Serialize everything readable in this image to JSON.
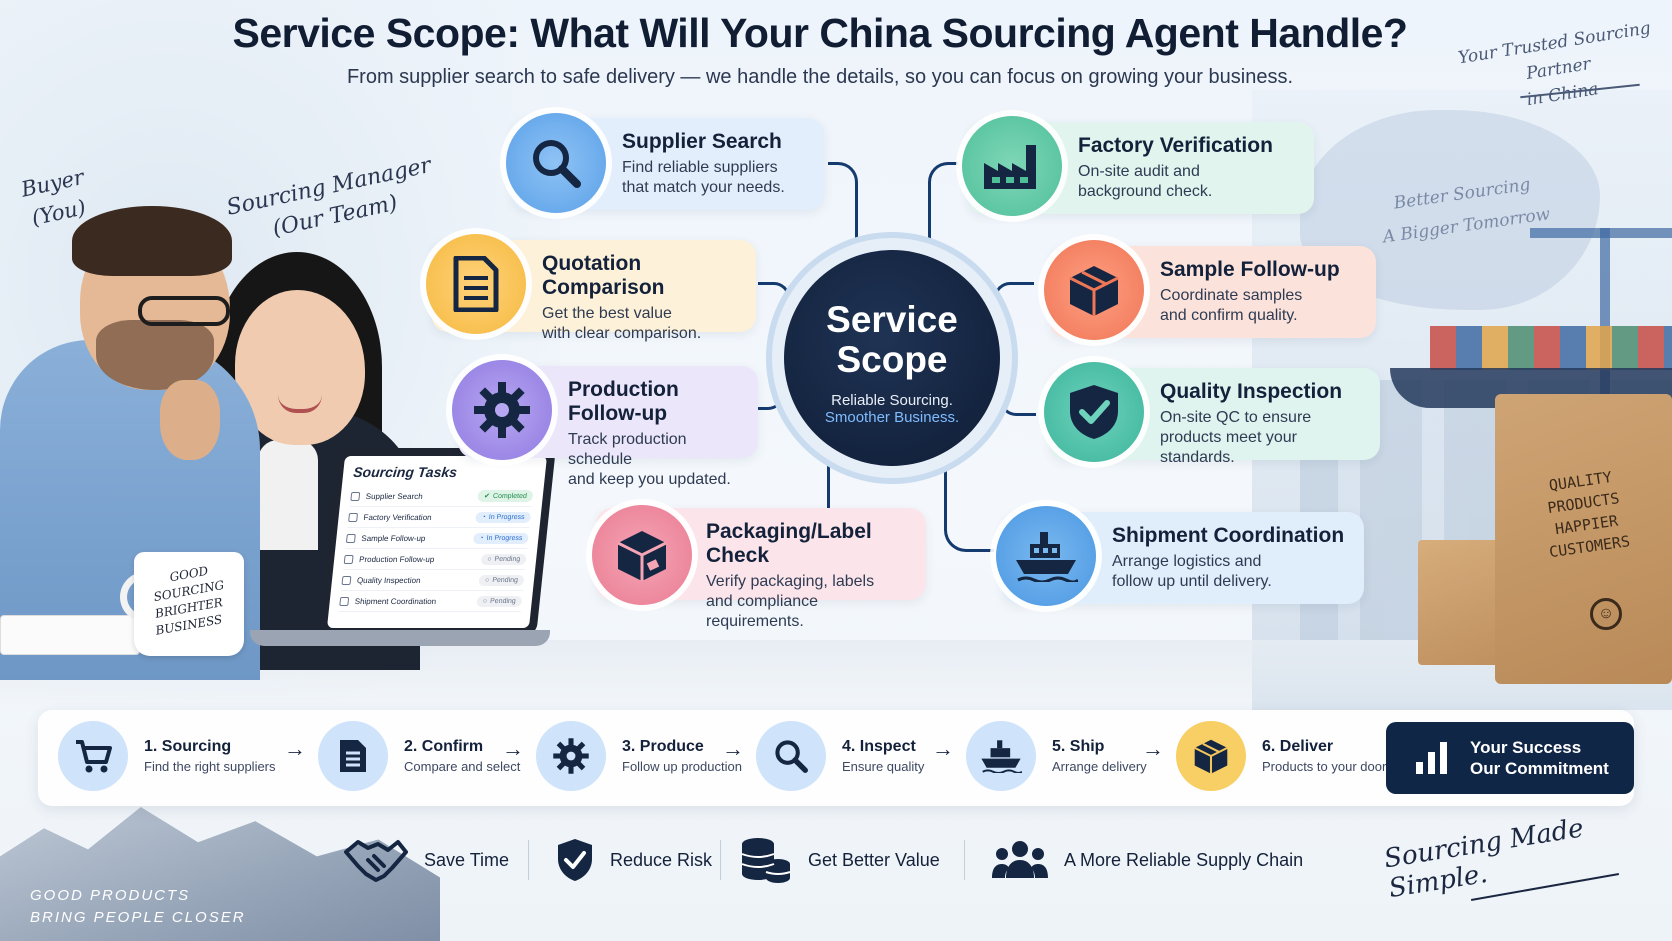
{
  "header": {
    "title": "Service Scope: What Will Your China Sourcing Agent Handle?",
    "subtitle": "From supplier search to safe delivery — we handle the details, so you can focus on growing your business."
  },
  "annotations": {
    "partner_line1": "Your Trusted Sourcing Partner",
    "partner_line2": "in China",
    "better_line1": "Better Sourcing",
    "better_line2": "A Bigger Tomorrow",
    "buyer_line1": "Buyer",
    "buyer_line2": "(You)",
    "manager_line1": "Sourcing Manager",
    "manager_line2": "(Our Team)",
    "slogan": "Sourcing Made Simple.",
    "footer_line1": "GOOD PRODUCTS",
    "footer_line2": "BRING PEOPLE CLOSER"
  },
  "mug": {
    "lines": [
      "GOOD",
      "SOURCING",
      "BRIGHTER",
      "BUSINESS"
    ]
  },
  "box": {
    "lines": [
      "QUALITY",
      "PRODUCTS",
      "HAPPIER",
      "CUSTOMERS"
    ]
  },
  "laptop": {
    "title": "Sourcing Tasks",
    "tasks": [
      {
        "name": "Supplier Search",
        "status": "Completed"
      },
      {
        "name": "Factory Verification",
        "status": "In Progress"
      },
      {
        "name": "Sample Follow-up",
        "status": "In Progress"
      },
      {
        "name": "Production Follow-up",
        "status": "Pending"
      },
      {
        "name": "Quality Inspection",
        "status": "Pending"
      },
      {
        "name": "Shipment Coordination",
        "status": "Pending"
      }
    ]
  },
  "hub": {
    "title_line1": "Service",
    "title_line2": "Scope",
    "sub1": "Reliable Sourcing.",
    "sub2": "Smoother Business."
  },
  "services": {
    "supplier_search": {
      "title": "Supplier Search",
      "desc1": "Find reliable suppliers",
      "desc2": "that match your needs.",
      "icon": "magnifier-icon"
    },
    "factory_verification": {
      "title": "Factory Verification",
      "desc1": "On-site audit and",
      "desc2": "background check.",
      "icon": "factory-icon"
    },
    "quotation_comparison": {
      "title": "Quotation Comparison",
      "desc1": "Get the best value",
      "desc2": "with clear comparison.",
      "icon": "document-icon"
    },
    "sample_followup": {
      "title": "Sample Follow-up",
      "desc1": "Coordinate samples",
      "desc2": "and confirm quality.",
      "icon": "package-icon"
    },
    "production_followup": {
      "title": "Production Follow-up",
      "desc1": "Track production schedule",
      "desc2": "and keep you updated.",
      "icon": "gear-icon"
    },
    "quality_inspection": {
      "title": "Quality Inspection",
      "desc1": "On-site QC to ensure",
      "desc2": "products meet your standards.",
      "icon": "shield-check-icon"
    },
    "packaging_check": {
      "title": "Packaging/Label Check",
      "desc1": "Verify packaging, labels",
      "desc2": "and compliance requirements.",
      "icon": "box-icon"
    },
    "shipment_coordination": {
      "title": "Shipment Coordination",
      "desc1": "Arrange logistics and",
      "desc2": "follow up until delivery.",
      "icon": "ship-icon"
    }
  },
  "process": {
    "steps": [
      {
        "title": "1. Sourcing",
        "desc": "Find the right suppliers",
        "icon": "cart-icon"
      },
      {
        "title": "2. Confirm",
        "desc": "Compare and select",
        "icon": "document-icon"
      },
      {
        "title": "3. Produce",
        "desc": "Follow up production",
        "icon": "gear-icon"
      },
      {
        "title": "4. Inspect",
        "desc": "Ensure quality",
        "icon": "magnifier-icon"
      },
      {
        "title": "5. Ship",
        "desc": "Arrange delivery",
        "icon": "ship-icon"
      },
      {
        "title": "6. Deliver",
        "desc": "Products to your door",
        "icon": "package-icon"
      }
    ],
    "commitment_line1": "Your Success",
    "commitment_line2": "Our Commitment"
  },
  "benefits": [
    {
      "label": "Save Time",
      "icon": "handshake-icon"
    },
    {
      "label": "Reduce Risk",
      "icon": "shield-check-icon"
    },
    {
      "label": "Get Better Value",
      "icon": "coins-icon"
    },
    {
      "label": "A More Reliable Supply Chain",
      "icon": "team-icon"
    }
  ],
  "colors": {
    "navy": "#102647",
    "blue": "#5aa0e8",
    "green": "#4fbf99",
    "yellow": "#f5b93f",
    "coral": "#ef7656",
    "purple": "#907ae0",
    "pink": "#e97b92"
  }
}
